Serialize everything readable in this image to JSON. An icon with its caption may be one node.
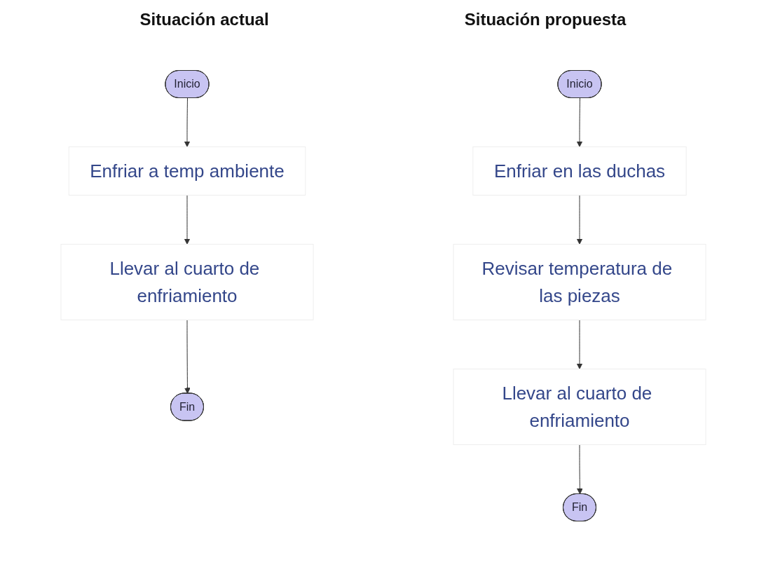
{
  "diagram": {
    "nodes": [
      {
        "text": [
          "Inicio"
        ]
      },
      {
        "text": [
          "Enfriar a temp ambiente"
        ]
      },
      {
        "text": [
          "Llevar al cuarto de enfriamiento"
        ]
      },
      {
        "text": [
          "Fin"
        ]
      },
      {
        "text": [
          "Inicio"
        ]
      },
      {
        "text": [
          "Enfriar en las duchas"
        ]
      },
      {
        "text": [
          "Revisar temperatura de las piezas"
        ]
      },
      {
        "text": [
          "Llevar al cuarto de enfriamiento"
        ]
      },
      {
        "text": [
          "Fin"
        ]
      }
    ],
    "edges": [
      {
        "from": 0,
        "to": 1,
        "arrow": "to"
      },
      {
        "from": 1,
        "to": 2,
        "arrow": "to"
      },
      {
        "from": 2,
        "to": 3,
        "arrow": "to"
      },
      {
        "from": 4,
        "to": 5,
        "arrow": "to"
      },
      {
        "from": 5,
        "to": 6,
        "arrow": "to"
      },
      {
        "from": 6,
        "to": 7,
        "arrow": "to"
      },
      {
        "from": 7,
        "to": 8,
        "arrow": "to"
      }
    ],
    "labels": [
      "Situación actual",
      "Situación propuesta"
    ]
  }
}
